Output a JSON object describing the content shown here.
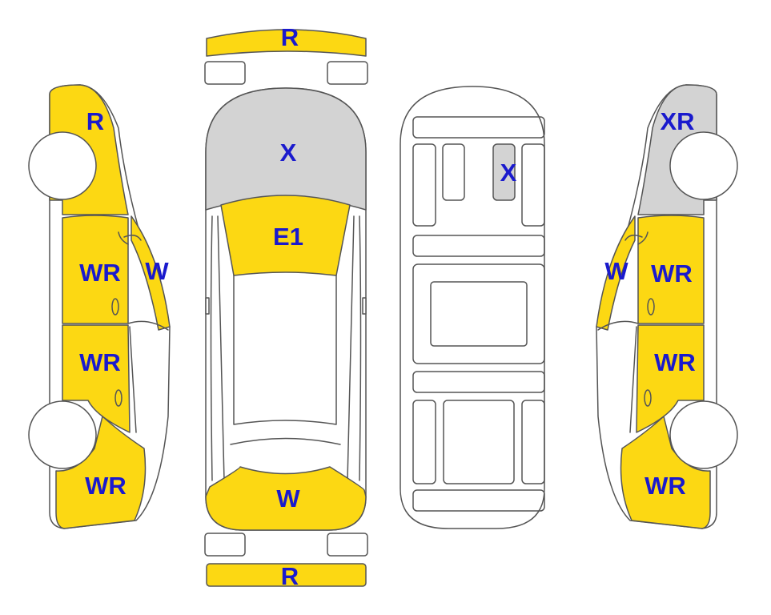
{
  "colors": {
    "damaged": "#fcd813",
    "replaced": "#d3d3d3",
    "outline": "#555555",
    "label": "#1a1acd",
    "background": "#ffffff"
  },
  "front_bumper": {
    "code": "R"
  },
  "rear_bumper": {
    "code": "R"
  },
  "top_view": {
    "hood": {
      "code": "X"
    },
    "windshield": {
      "code": "E1"
    },
    "trunk": {
      "code": "W"
    }
  },
  "floor_view": {
    "panel": {
      "code": "X"
    }
  },
  "left_side": {
    "front_fender": {
      "code": "R"
    },
    "front_door": {
      "code": "WR"
    },
    "front_window": {
      "code": "W"
    },
    "rear_door": {
      "code": "WR"
    },
    "rear_quarter": {
      "code": "WR"
    }
  },
  "right_side": {
    "front_fender": {
      "code": "XR"
    },
    "front_door": {
      "code": "WR"
    },
    "front_window": {
      "code": "W"
    },
    "rear_door": {
      "code": "WR"
    },
    "rear_quarter": {
      "code": "WR"
    }
  }
}
